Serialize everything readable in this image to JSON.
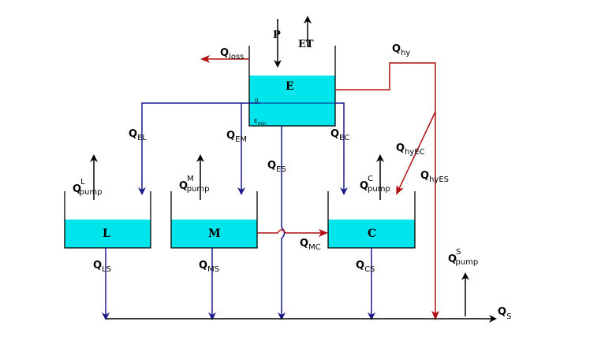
{
  "colors": {
    "water": "#00e5ec",
    "blue_flow": "#1a1a8c",
    "red_flow": "#b01010",
    "outline": "#000000"
  },
  "tanks": {
    "E": {
      "name": "E",
      "level_zero": "0",
      "level_min_main": "E",
      "level_min_sub": "min"
    },
    "L": {
      "name": "L"
    },
    "M": {
      "name": "M"
    },
    "C": {
      "name": "C"
    }
  },
  "inputs": {
    "precip": "P",
    "evapotranspiration": "ET"
  },
  "flows": {
    "loss": {
      "main": "Q",
      "sub": "loss"
    },
    "hy": {
      "main": "Q",
      "sub": "hy"
    },
    "EL": {
      "main": "Q",
      "sub": "EL"
    },
    "EM": {
      "main": "Q",
      "sub": "EM"
    },
    "ES": {
      "main": "Q",
      "sub": "ES"
    },
    "EC": {
      "main": "Q",
      "sub": "EC"
    },
    "hyEC": {
      "main": "Q",
      "sub": "hyEC"
    },
    "hyES": {
      "main": "Q",
      "sub": "hyES"
    },
    "MC": {
      "main": "Q",
      "sub": "MC"
    },
    "LS": {
      "main": "Q",
      "sub": "LS"
    },
    "MS": {
      "main": "Q",
      "sub": "MS"
    },
    "CS": {
      "main": "Q",
      "sub": "CS"
    },
    "S": {
      "main": "Q",
      "sub": "S"
    }
  },
  "pumps": {
    "L": {
      "main": "Q",
      "sup": "L",
      "sub": "pump"
    },
    "M": {
      "main": "Q",
      "sup": "M",
      "sub": "pump"
    },
    "C": {
      "main": "Q",
      "sup": "C",
      "sub": "pump"
    },
    "S": {
      "main": "Q",
      "sup": "S",
      "sub": "pump"
    }
  }
}
